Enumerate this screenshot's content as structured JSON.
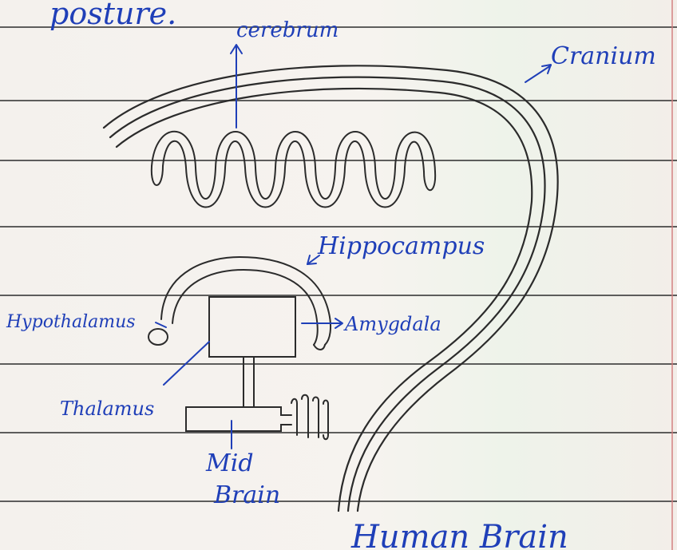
{
  "heading_fragment": "posture.",
  "labels": {
    "cerebrum": "cerebrum",
    "cranium": "Cranium",
    "hippocampus": "Hippocampus",
    "hypothalamus": "Hypothalamus",
    "amygdala": "Amygdala",
    "thalamus": "Thalamus",
    "midbrain_line1": "Mid",
    "midbrain_line2": "Brain"
  },
  "caption": "Human Brain",
  "colors": {
    "ink_blue": "#1f3fb8",
    "pencil": "#2b2b2b",
    "rule": "#3c3c3c",
    "margin": "#d27a7a"
  }
}
